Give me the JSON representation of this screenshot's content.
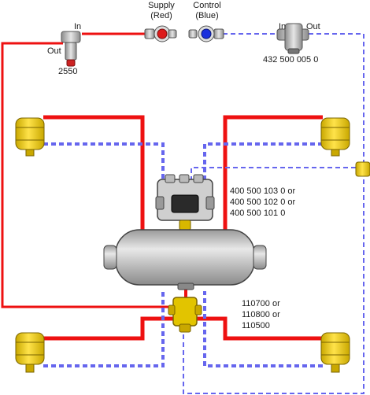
{
  "labels": {
    "supply": "Supply",
    "supply_color": "(Red)",
    "control": "Control",
    "control_color": "(Blue)",
    "in_left": "In",
    "out_left": "Out",
    "part_2550": "2550",
    "in_right": "In",
    "out_right": "Out",
    "part_432": "432 500 005 0",
    "valve_part_1": "400 500 103 0 or",
    "valve_part_2": "400 500 102 0 or",
    "valve_part_3": "400 500 101 0",
    "lower_part_1": "110700 or",
    "lower_part_2": "110800 or",
    "lower_part_3": "110500"
  },
  "colors": {
    "supply_line": "#ee1111",
    "control_line": "#6666ee",
    "chamber_yellow": "#f2d000",
    "tank_gray": "#c8c8c8"
  }
}
